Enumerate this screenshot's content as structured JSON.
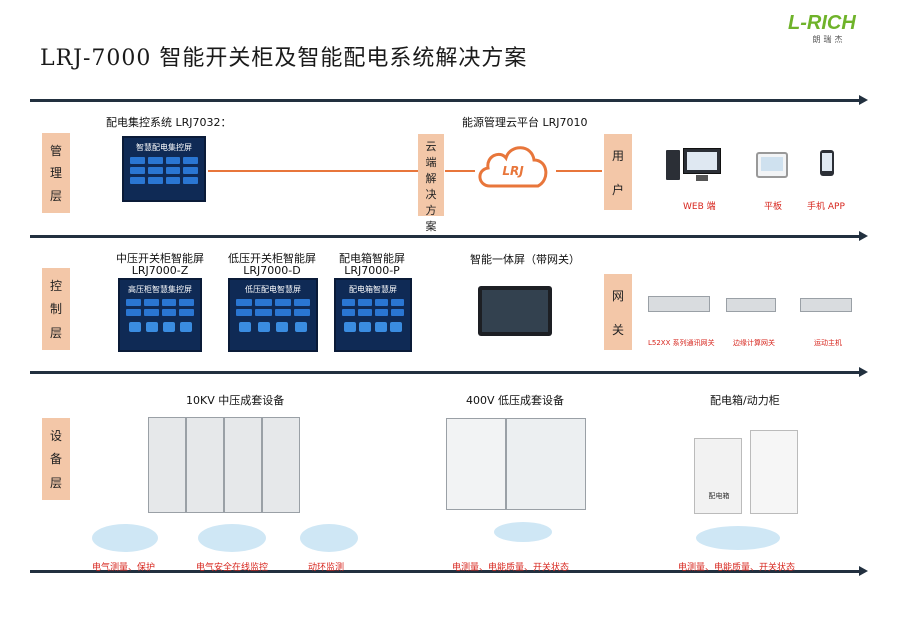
{
  "title": "LRJ-7000 智能开关柜及智能配电系统解决方案",
  "logo": {
    "brand": "L-RICH",
    "sub": "朗瑞杰"
  },
  "layers": {
    "management": {
      "chars": [
        "管",
        "理",
        "层"
      ]
    },
    "control": {
      "chars": [
        "控",
        "制",
        "层"
      ]
    },
    "equipment": {
      "chars": [
        "设",
        "备",
        "层"
      ]
    }
  },
  "management": {
    "system_label": "配电集控系统 LRJ7032：",
    "screen_title": "智慧配电集控屏",
    "cloud_solution_chars": [
      "云",
      "端",
      "解",
      "决",
      "方",
      "案"
    ],
    "cloud_label": "能源管理云平台 LRJ7010",
    "cloud_logo": "LRJ",
    "user_chars": [
      "用",
      "户"
    ],
    "clients": [
      {
        "label": "WEB 端",
        "icon": "desktop-icon"
      },
      {
        "label": "平板",
        "icon": "tablet-icon"
      },
      {
        "label": "手机 APP",
        "icon": "phone-icon"
      }
    ]
  },
  "control": {
    "screens": [
      {
        "label1": "中压开关柜智能屏",
        "label2": "LRJ7000-Z",
        "screen_title": "高压柜智慧集控屏"
      },
      {
        "label1": "低压开关柜智能屏",
        "label2": "LRJ7000-D",
        "screen_title": "低压配电智慧屏"
      },
      {
        "label1": "配电箱智能屏",
        "label2": "LRJ7000-P",
        "screen_title": "配电箱智慧屏"
      }
    ],
    "panel_label": "智能一体屏（带网关）",
    "gateway_chars": [
      "网",
      "关"
    ],
    "gateways": [
      {
        "label": "L52XX 系列通讯网关"
      },
      {
        "label": "边缘计算网关"
      },
      {
        "label": "运动主机"
      }
    ]
  },
  "equipment": {
    "groups": [
      {
        "label": "10KV 中压成套设备",
        "captions": [
          "电气测量、保护",
          "电气安全在线监控",
          "动环监测"
        ]
      },
      {
        "label": "400V 低压成套设备",
        "captions": [
          "电测量、电能质量、开关状态"
        ]
      },
      {
        "label": "配电箱/动力柜",
        "captions": [
          "电测量、电能质量、开关状态"
        ],
        "box_text": "配电箱"
      }
    ]
  }
}
